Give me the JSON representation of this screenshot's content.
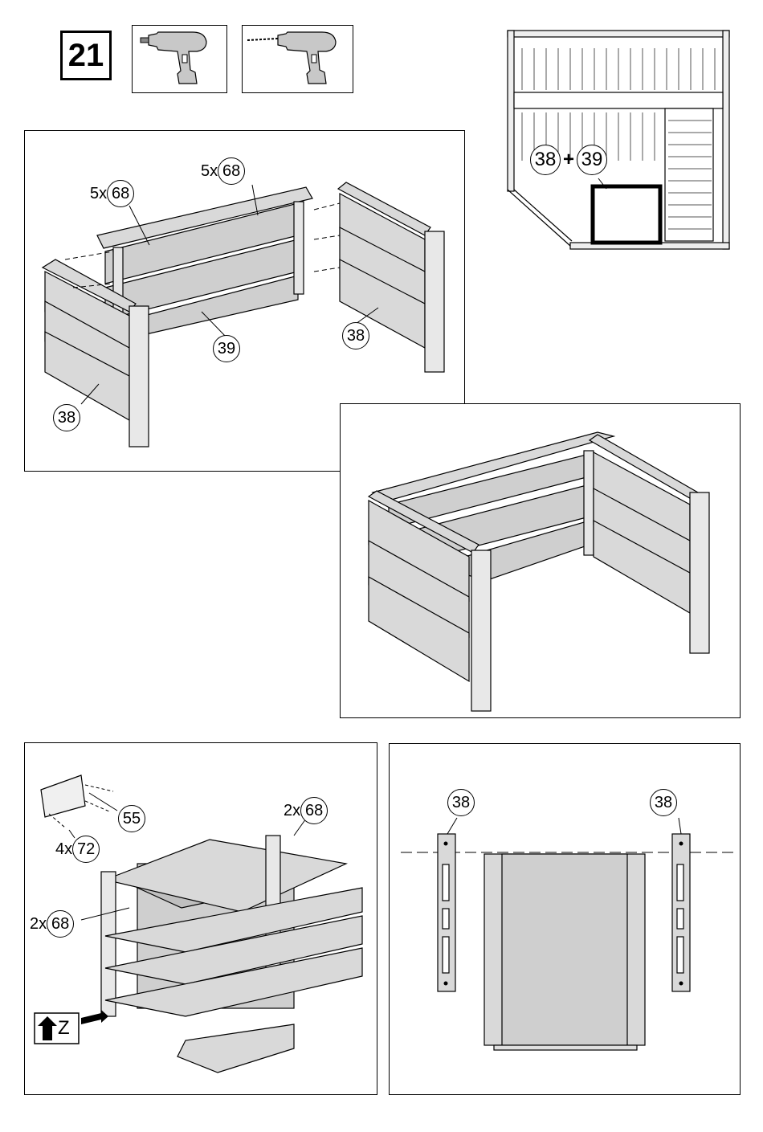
{
  "step": {
    "number": "21"
  },
  "tools": [
    {
      "icon": "drill-icon"
    },
    {
      "icon": "drill-with-bit-icon"
    }
  ],
  "overview": {
    "labels": {
      "a": "38",
      "plus": "+",
      "b": "39"
    }
  },
  "panel1": {
    "callout_left": {
      "qty": "5x",
      "part": "68"
    },
    "callout_right": {
      "qty": "5x",
      "part": "68"
    },
    "part_39": "39",
    "part_38_right": "38",
    "part_38_left": "38"
  },
  "panel3": {
    "callout_55": {
      "part": "55"
    },
    "callout_72": {
      "qty": "4x",
      "part": "72"
    },
    "callout_68_top": {
      "qty": "2x",
      "part": "68"
    },
    "callout_68_left": {
      "qty": "2x",
      "part": "68"
    },
    "arrow_label": "Z"
  },
  "panel4": {
    "part_left": "38",
    "part_right": "38"
  },
  "colors": {
    "wood": "#d9d9d9",
    "wood_dark": "#a8a8a8",
    "line": "#000000"
  }
}
